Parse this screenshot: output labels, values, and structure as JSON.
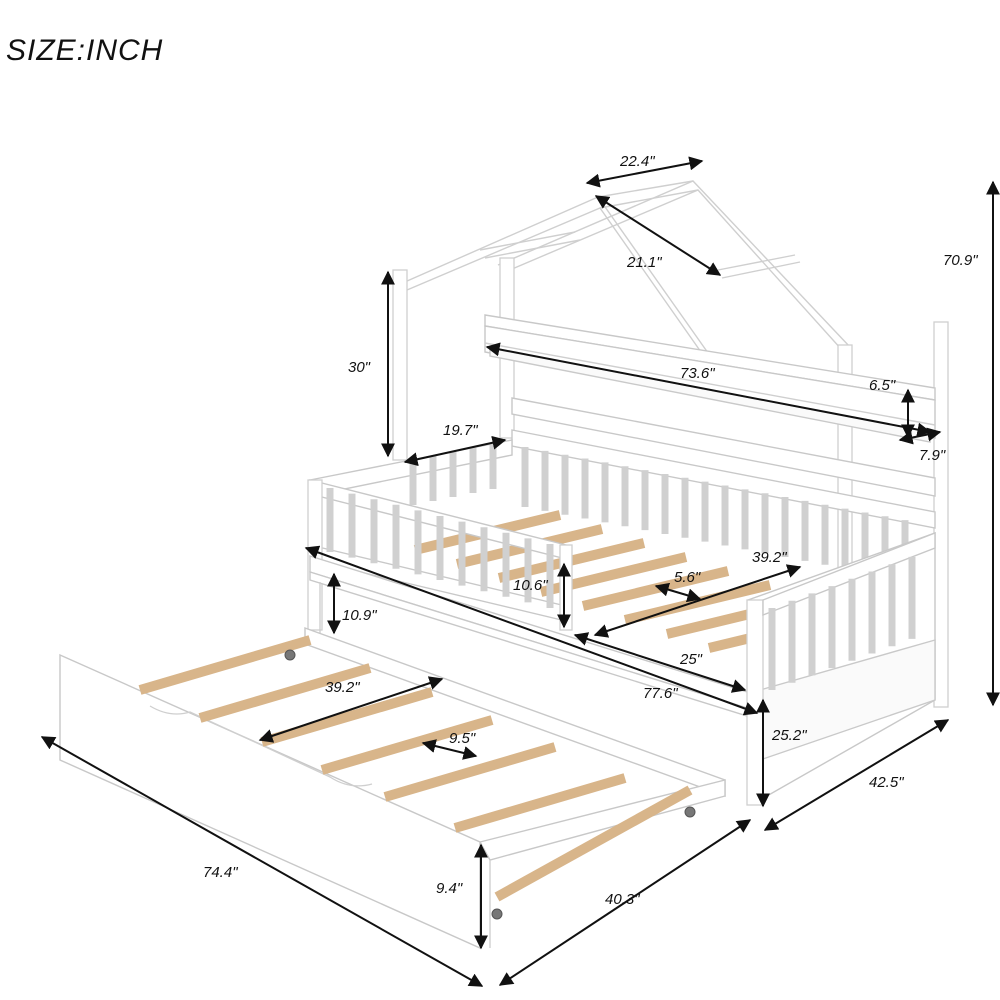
{
  "size_label": "SIZE:INCH",
  "dimensions": {
    "roof_width": "22.4\"",
    "roof_slope": "21.1\"",
    "total_height": "70.9\"",
    "headboard_height": "30\"",
    "shelf_length": "73.6\"",
    "shelf_height": "6.5\"",
    "shelf_depth": "7.9\"",
    "rail_width": "19.7\"",
    "bed_inner_width": "39.2\"",
    "guardrail_height": "10.6\"",
    "slat_gap": "5.6\"",
    "under_clearance": "10.9\"",
    "opening_width": "25\"",
    "bed_length": "77.6\"",
    "bed_height": "25.2\"",
    "bed_width": "42.5\"",
    "trundle_inner_width": "39.2\"",
    "trundle_slat_gap": "9.5\"",
    "trundle_length": "74.4\"",
    "trundle_height": "9.4\"",
    "trundle_width": "40.3\""
  }
}
